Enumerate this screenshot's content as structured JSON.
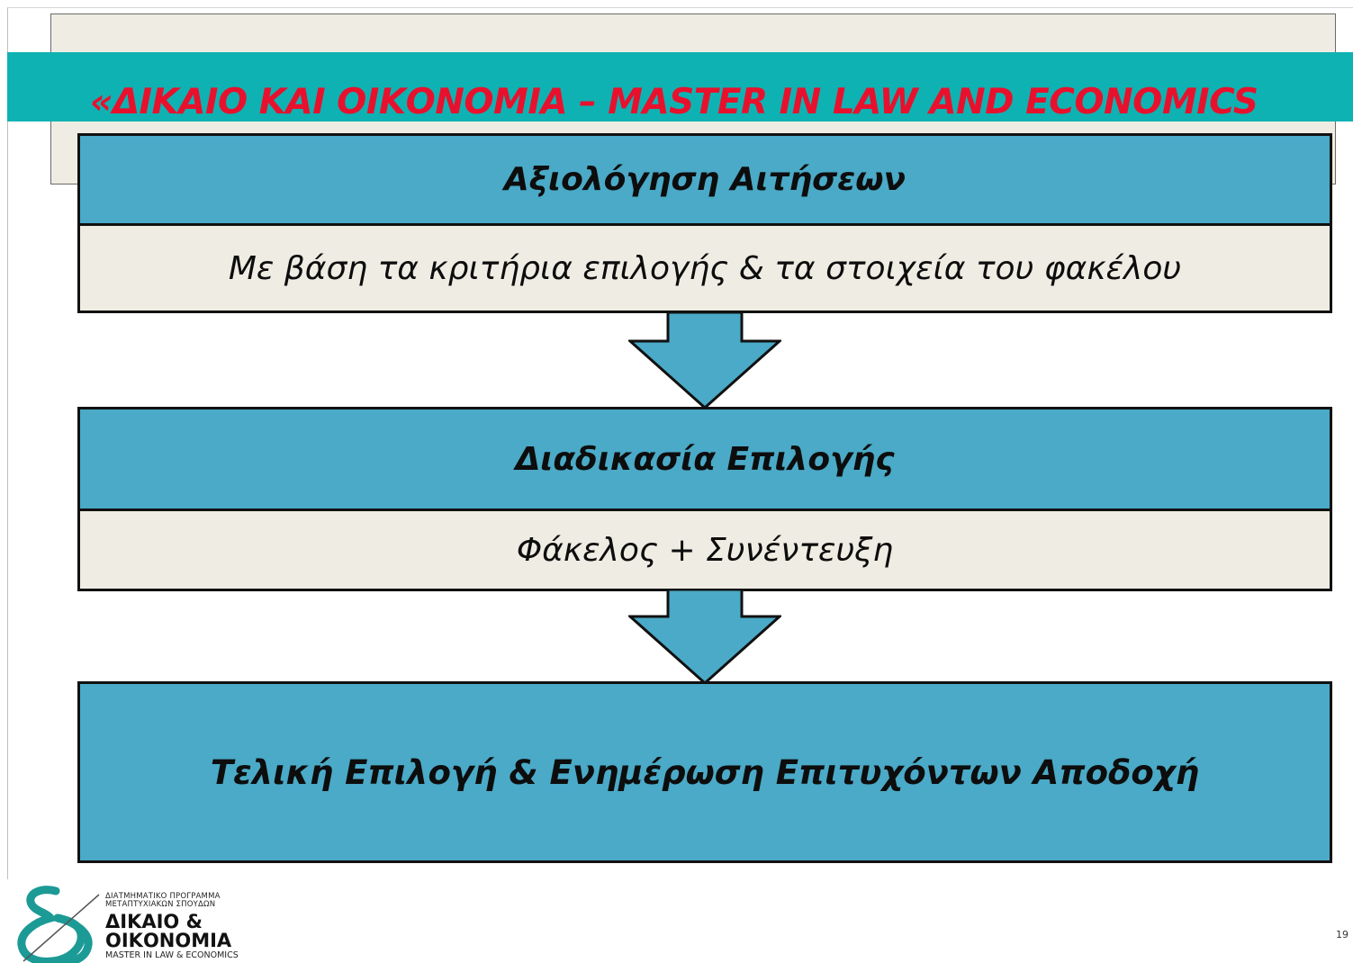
{
  "header": {
    "banner_title": "«ΔΙΚΑΙΟ ΚΑΙ ΟΙΚΟΝΟΜΙΑ – MASTER IN LAW AND ECONOMICS"
  },
  "flow": {
    "steps": [
      {
        "title": "Αξιολόγηση Αιτήσεων",
        "detail": "Με βάση τα κριτήρια επιλογής & τα στοιχεία του φακέλου"
      },
      {
        "title": "Διαδικασία Επιλογής",
        "detail": "Φάκελος + Συνέντευξη"
      },
      {
        "title": "Τελική Επιλογή & Ενημέρωση Επιτυχόντων Αποδοχή"
      }
    ],
    "colors": {
      "box": "#4aaac7",
      "detail_bg": "#eeece3",
      "band": "#0fb2b2",
      "title_text": "#e8112d"
    }
  },
  "footer": {
    "logo": {
      "line1": "ΔΙΑΤΜΗΜΑΤΙΚΟ ΠΡΟΓΡΑΜΜΑ",
      "line2": "ΜΕΤΑΠΤΥΧΙΑΚΩΝ ΣΠΟΥΔΩΝ",
      "name1": "ΔΙΚΑΙΟ &",
      "name2": "ΟΙΚΟΝΟΜΙΑ",
      "subtitle": "MASTER IN LAW & ECONOMICS",
      "colors": {
        "mark": "#1c9a96",
        "text": "#111111"
      }
    },
    "page_number": "19"
  }
}
